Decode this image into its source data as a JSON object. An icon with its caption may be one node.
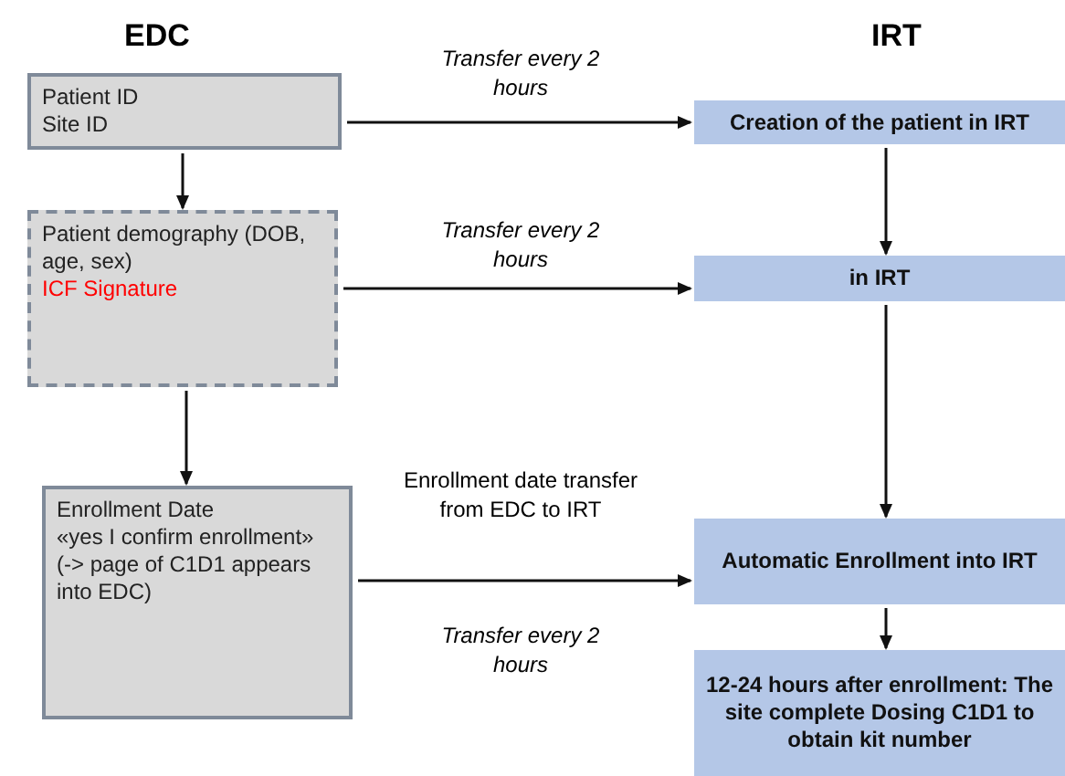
{
  "diagram": {
    "nodes": [
      {
        "text": [
          "Patient ID",
          "Site ID"
        ]
      },
      {
        "text": [
          "Patient demography (DOB, age, sex)",
          "ICF Signature"
        ]
      },
      {
        "text": [
          "Enrollment Date",
          "«yes I confirm enrollment»",
          "(-> page of C1D1 appears into EDC)"
        ]
      },
      {
        "text": [
          "Creation of the patient in IRT"
        ]
      },
      {
        "text": [
          "in IRT"
        ]
      },
      {
        "text": [
          "Automatic Enrollment into IRT"
        ]
      },
      {
        "text": [
          "12-24 hours after enrollment: The site complete Dosing C1D1 to obtain kit number"
        ]
      }
    ],
    "edges": [
      {
        "from": 0,
        "to": 1,
        "arrow": "to"
      },
      {
        "from": 1,
        "to": 2,
        "arrow": "to"
      },
      {
        "from": 0,
        "to": 3,
        "arrow": "to",
        "label": "Transfer every 2 hours"
      },
      {
        "from": 1,
        "to": 4,
        "arrow": "to",
        "label": "Transfer every 2 hours"
      },
      {
        "from": 2,
        "to": 5,
        "arrow": "to",
        "label": "Enrollment date transfer from EDC to IRT"
      },
      {
        "from": 3,
        "to": 4,
        "arrow": "to"
      },
      {
        "from": 4,
        "to": 5,
        "arrow": "to"
      },
      {
        "from": 5,
        "to": 6,
        "arrow": "to"
      }
    ],
    "labels": [
      "EDC",
      "IRT",
      "Transfer every 2 hours"
    ]
  }
}
